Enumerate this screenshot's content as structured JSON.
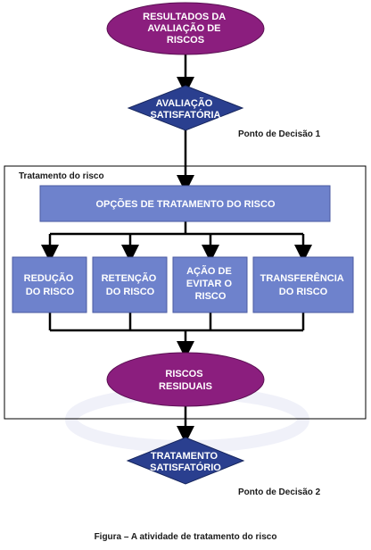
{
  "colors": {
    "ellipse": "#8b1e7e",
    "diamond": "#2a3f8f",
    "box": "#6e82cc",
    "line": "#000000"
  },
  "nodes": {
    "resultados": {
      "lines": [
        "RESULTADOS DA",
        "AVALIAÇÃO DE",
        "RISCOS"
      ]
    },
    "avaliacao": {
      "lines": [
        "AVALIAÇÃO",
        "SATISFATÓRIA"
      ]
    },
    "opcoes": {
      "label": "OPÇÕES DE TRATAMENTO DO RISCO"
    },
    "reducao": {
      "lines": [
        "REDUÇÃO",
        "DO RISCO"
      ]
    },
    "retencao": {
      "lines": [
        "RETENÇÃO",
        "DO RISCO"
      ]
    },
    "acao": {
      "lines": [
        "AÇÃO DE",
        "EVITAR O",
        "RISCO"
      ]
    },
    "transferencia": {
      "lines": [
        "TRANSFERÊNCIA",
        "DO RISCO"
      ]
    },
    "residuais": {
      "lines": [
        "RISCOS",
        "RESIDUAIS"
      ]
    },
    "tratamento": {
      "lines": [
        "TRATAMENTO",
        "SATISFATÓRIO"
      ]
    }
  },
  "labels": {
    "ponto1": "Ponto de Decisão 1",
    "ponto2": "Ponto de Decisão 2",
    "tratamento_frame": "Tratamento do risco",
    "caption": "Figura – A atividade de tratamento do risco"
  }
}
